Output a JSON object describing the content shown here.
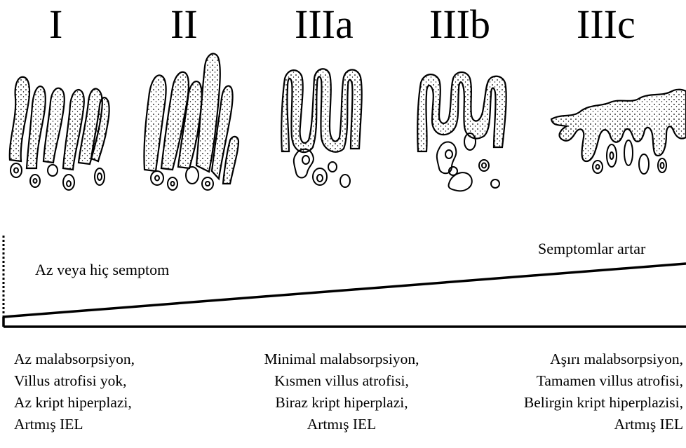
{
  "stages": [
    "I",
    "II",
    "IIIa",
    "IIIb",
    "IIIc"
  ],
  "symptom_low": "Az veya hiç semptom",
  "symptom_high": "Semptomlar artar",
  "columns": [
    [
      "Az malabsorpsiyon,",
      "Villus atrofisi yok,",
      "Az kript hiperplazi,",
      "Artmış IEL"
    ],
    [
      "Minimal malabsorpsiyon,",
      "Kısmen villus atrofisi,",
      "Biraz kript hiperplazi,",
      "Artmış IEL"
    ],
    [
      "Aşırı malabsorpsiyon,",
      "Tamamen villus atrofisi,",
      "Belirgin kript hiperplazisi,",
      "Artmış IEL"
    ]
  ]
}
